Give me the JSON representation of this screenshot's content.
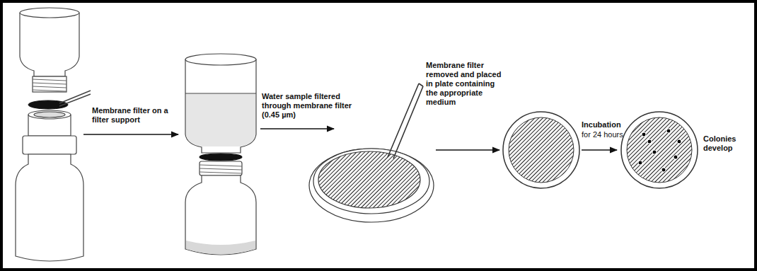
{
  "diagram": {
    "labels": [
      "Membrane filter on a filter support",
      "Water sample filtered through membrane filter (0.45 µm)",
      "Membrane filter removed and placed in plate containing the appropriate medium",
      "Incubation",
      "for 24 hours",
      "Colonies develop"
    ]
  }
}
